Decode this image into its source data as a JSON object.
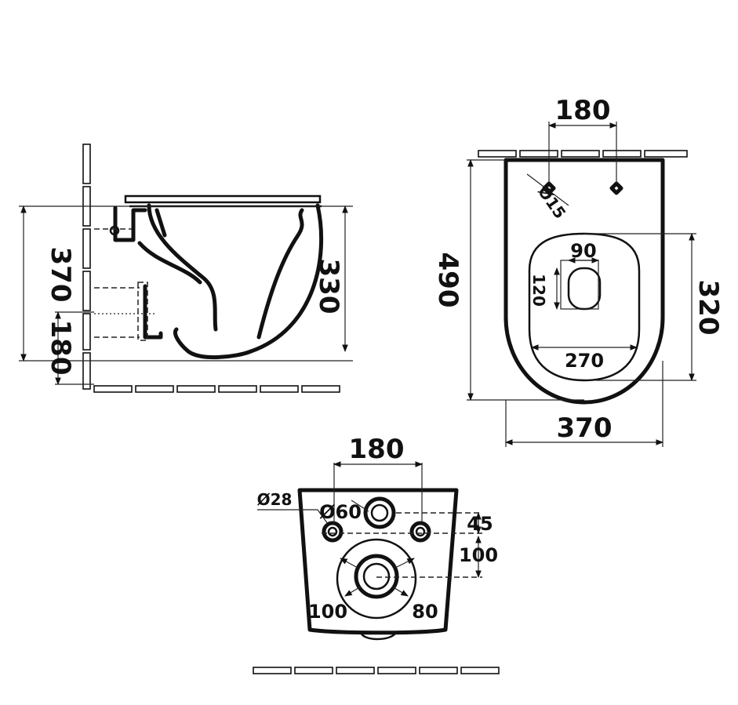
{
  "side_view": {
    "dim_total_height": "370",
    "dim_bowl_height": "330",
    "dim_inlet_height": "180"
  },
  "top_view": {
    "dim_hole_spacing": "180",
    "dim_hole_diameter": "Ø15",
    "dim_length": "490",
    "dim_opening_width_top": "90",
    "dim_opening_length_inner": "120",
    "dim_opening_length": "320",
    "dim_opening_width": "270",
    "dim_width": "370"
  },
  "back_view": {
    "dim_bolt_spacing": "180",
    "dim_bolt_diameter": "Ø28",
    "dim_inlet_diameter": "Ø60",
    "dim_vertical_offset": "45",
    "dim_vertical_distance": "100",
    "dim_outlet_left": "100",
    "dim_outlet_right": "80"
  }
}
